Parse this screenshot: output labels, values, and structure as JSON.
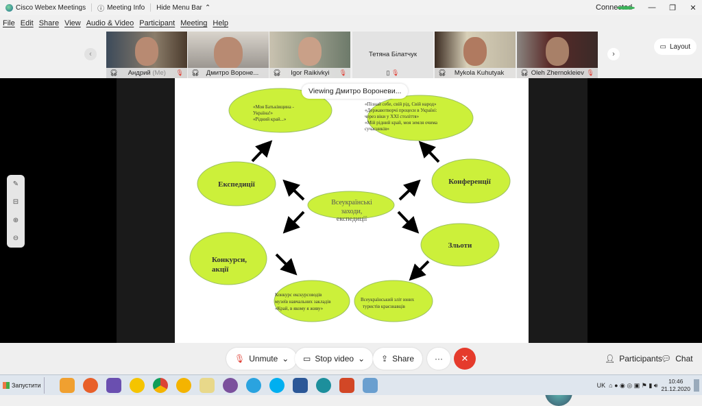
{
  "titlebar": {
    "app": "Cisco Webex Meetings",
    "meeting_info": "Meeting Info",
    "hide_menu": "Hide Menu Bar",
    "status": "Connected"
  },
  "menu": [
    "File",
    "Edit",
    "Share",
    "View",
    "Audio & Video",
    "Participant",
    "Meeting",
    "Help"
  ],
  "participants": [
    {
      "name": "Андрий",
      "suffix": "(Me)",
      "muted": true
    },
    {
      "name": "Дмитро Вороне...",
      "active": true
    },
    {
      "name": "Igor Raikivkyi",
      "muted": true
    },
    {
      "name": "Тетяна Білатчук",
      "no_video": true,
      "muted": true
    },
    {
      "name": "Mykola Kuhutyak"
    },
    {
      "name": "Oleh Zhernokleiev",
      "muted": true
    }
  ],
  "layout_label": "Layout",
  "viewing": "Viewing Дмитро Вороневи...",
  "diagram": {
    "center": [
      "Всеукраїнські",
      "заходи,",
      "експедиції"
    ],
    "expeditions": "Експедиції",
    "conferences": "Конференції",
    "contests": [
      "Конкурси,",
      "акції"
    ],
    "rallies": "Зльоти",
    "top_left": [
      "«Моя Батьківщина -",
      "Україна!»",
      "«Рідний край...»"
    ],
    "top_right": [
      "«Пізнай себе, свій рід, Свій народ»",
      "«Державотворчі процеси в Україні:",
      "через віки у ХХІ століття»",
      "«Мій рідний край, моя земля очима",
      "сучасників»"
    ],
    "bottom_left": [
      "Конкурс екскурсоводів",
      "музеїв навчальних закладів",
      "«Край, в якому я живу»"
    ],
    "bottom_right": [
      "Всеукраїнський зліт юних",
      "туристів краєзнавців"
    ]
  },
  "controls": {
    "unmute": "Unmute",
    "stop_video": "Stop video",
    "share": "Share",
    "more": "···",
    "participants": "Participants",
    "chat": "Chat"
  },
  "taskbar": {
    "start": "Запустити",
    "lang": "UK",
    "time": "10:46",
    "date": "21.12.2020"
  },
  "colors": {
    "ellipse": "#ccf03a",
    "accent": "#2ab3e0",
    "end": "#e53b2c"
  }
}
